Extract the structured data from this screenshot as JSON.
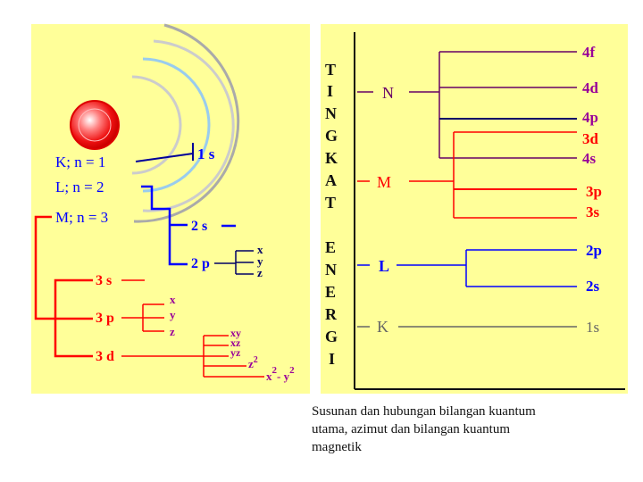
{
  "left": {
    "shells": [
      {
        "label": "K; n = 1",
        "sub": "1 s"
      },
      {
        "label": "L; n = 2",
        "sub_s": "2 s",
        "sub_p": "2 p",
        "p_orbitals": [
          "x",
          "y",
          "z"
        ]
      },
      {
        "label": "M; n = 3",
        "sub_s": "3 s",
        "sub_p": "3 p",
        "sub_d": "3 d",
        "p_orbitals": [
          "x",
          "y",
          "z"
        ],
        "d_orbitals": [
          "xy",
          "xz",
          "yz",
          "z",
          "2",
          "x",
          "2",
          "- y",
          "2"
        ]
      }
    ]
  },
  "right": {
    "vertical_title_top": [
      "T",
      "I",
      "N",
      "G",
      "K",
      "A",
      "T"
    ],
    "vertical_title_bottom": [
      "E",
      "N",
      "E",
      "R",
      "G",
      "I"
    ],
    "shells": {
      "N": "N",
      "M": "M",
      "L": "L",
      "K": "K"
    },
    "sublevels": {
      "4f": "4f",
      "4d": "4d",
      "4p": "4p",
      "3d": "3d",
      "4s": "4s",
      "3p": "3p",
      "3s": "3s",
      "2p": "2p",
      "2s": "2s",
      "1s": "1s"
    }
  },
  "colors": {
    "panel": "#ffff99",
    "blue": "#0000ff",
    "red": "#ff0000",
    "purple": "#990099",
    "navy": "#000099"
  },
  "caption": [
    "Susunan dan hubungan bilangan kuantum",
    "utama, azimut dan bilangan kuantum",
    "magnetik"
  ]
}
